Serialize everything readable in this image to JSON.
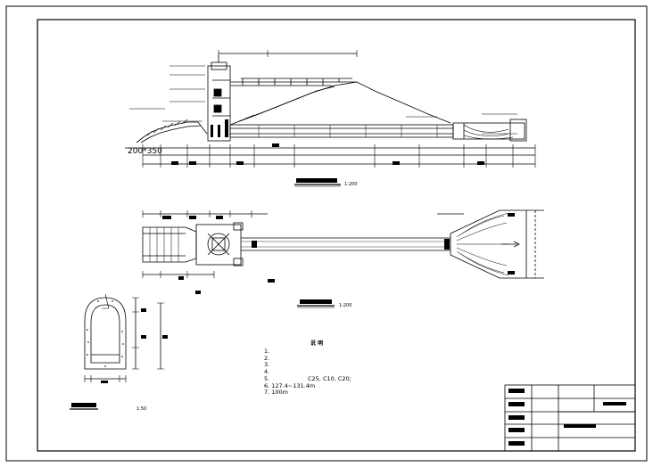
{
  "drawing": {
    "dimension_text": "200*350",
    "section_scale": "1:200",
    "plan_scale": "1:200",
    "detail_scale": "1:50",
    "notes_title": "说 明",
    "notes": [
      "1.",
      "2.",
      "3.",
      "4.",
      "5.",
      "6.         127.4~131.4m",
      "7.           100m"
    ],
    "notes_extra": {
      "n5": "C25,      C10,      C20;"
    }
  },
  "title_block": {
    "rows": [
      "",
      "",
      "",
      "",
      ""
    ]
  }
}
